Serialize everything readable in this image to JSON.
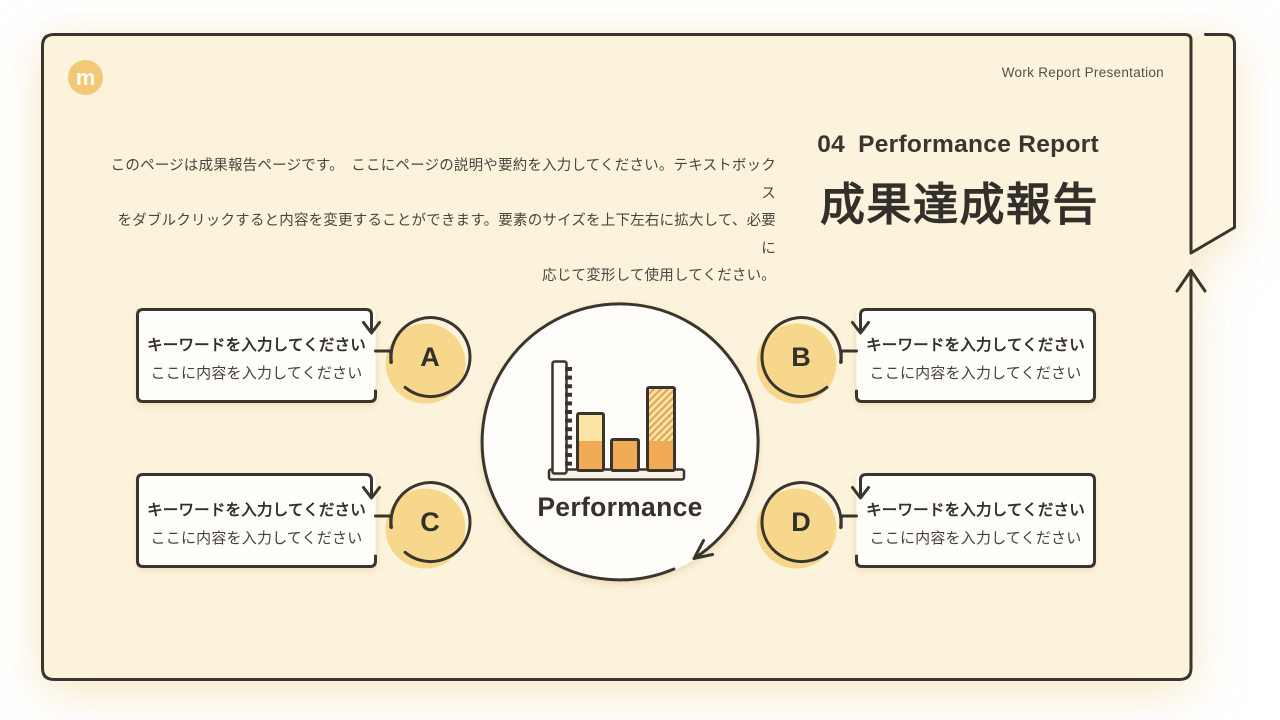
{
  "header": {
    "note": "Work Report Presentation",
    "logo_letter": "m"
  },
  "title": {
    "number": "04",
    "label": "Performance Report",
    "heading": "成果達成報告"
  },
  "description": {
    "lines": [
      "このページは成果報告ページです。　ここにページの説明や要約を入力してください。テキストボックス",
      "をダブルクリックすると内容を変更することができます。要素のサイズを上下左右に拡大して、必要に",
      "応じて変形して使用してください。"
    ]
  },
  "center": {
    "label": "Performance",
    "icon": "bar-chart-icon"
  },
  "callouts": [
    {
      "id": "A",
      "keyword": "キーワードを入力してください",
      "content": "ここに内容を入力してください"
    },
    {
      "id": "B",
      "keyword": "キーワードを入力してください",
      "content": "ここに内容を入力してください"
    },
    {
      "id": "C",
      "keyword": "キーワードを入力してください",
      "content": "ここに内容を入力してください"
    },
    {
      "id": "D",
      "keyword": "キーワードを入力してください",
      "content": "ここに内容を入力してください"
    }
  ],
  "colors": {
    "page_background": "#FFFFFF",
    "slide_background": "#FCF3DC",
    "ink": "#3A352E",
    "accent_orange": "#F1AB55",
    "accent_light_yellow": "#FAE5A4",
    "circle_yellow": "#F6D78C",
    "logo_yellow": "#F3C877"
  }
}
